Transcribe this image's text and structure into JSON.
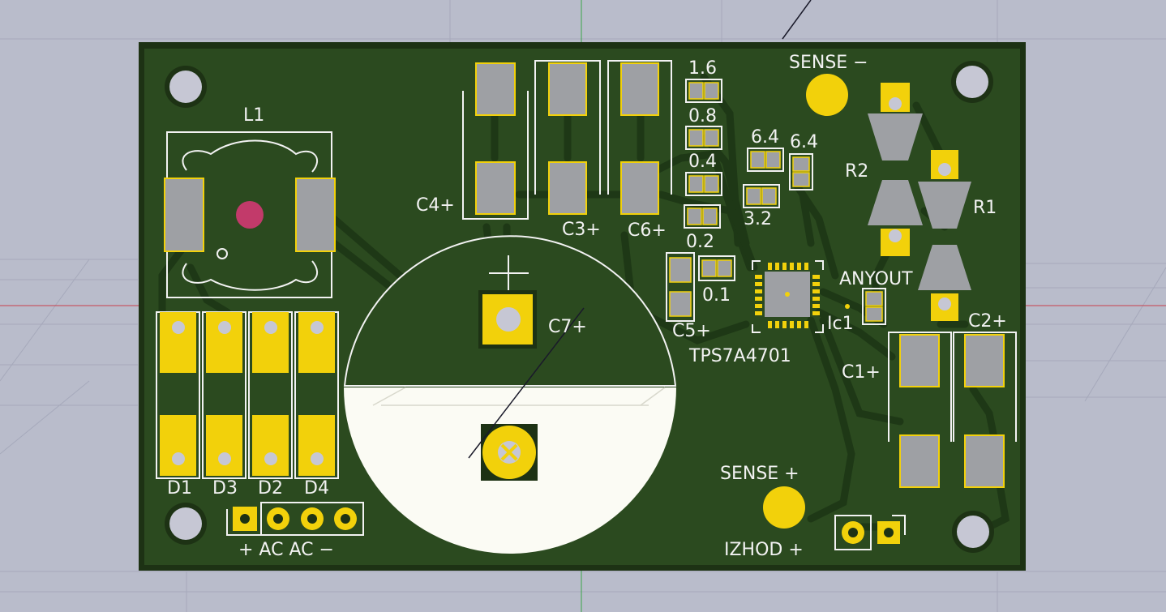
{
  "colors": {
    "background": "#b9bccb",
    "board": "#2b4a1f",
    "board_edge": "#1d3214",
    "trace": "#1e3816",
    "pad": "#f2d10b",
    "smd_pad": "#9ea0a4",
    "silkscreen": "#f2f2f2",
    "hole": "#c6c7d4"
  },
  "labels": {
    "l1": "L1",
    "c4": "C4+",
    "c3": "C3+",
    "c6": "C6+",
    "c7": "C7+",
    "c5": "C5+",
    "c1": "C1+",
    "c2": "C2+",
    "r1": "R1",
    "r2": "R2",
    "ic1": "Ic1",
    "ic_part": "TPS7A4701",
    "sense_minus": "SENSE −",
    "sense_plus": "SENSE +",
    "anyout": "ANYOUT",
    "izhod_plus": "IZHOD +",
    "d1": "D1",
    "d3": "D3",
    "d2": "D2",
    "d4": "D4",
    "ac_connector": "+ AC AC −",
    "v16": "1.6",
    "v08": "0.8",
    "v04": "0.4",
    "v02": "0.2",
    "v01": "0.1",
    "v64a": "6.4",
    "v64b": "6.4",
    "v32": "3.2"
  }
}
